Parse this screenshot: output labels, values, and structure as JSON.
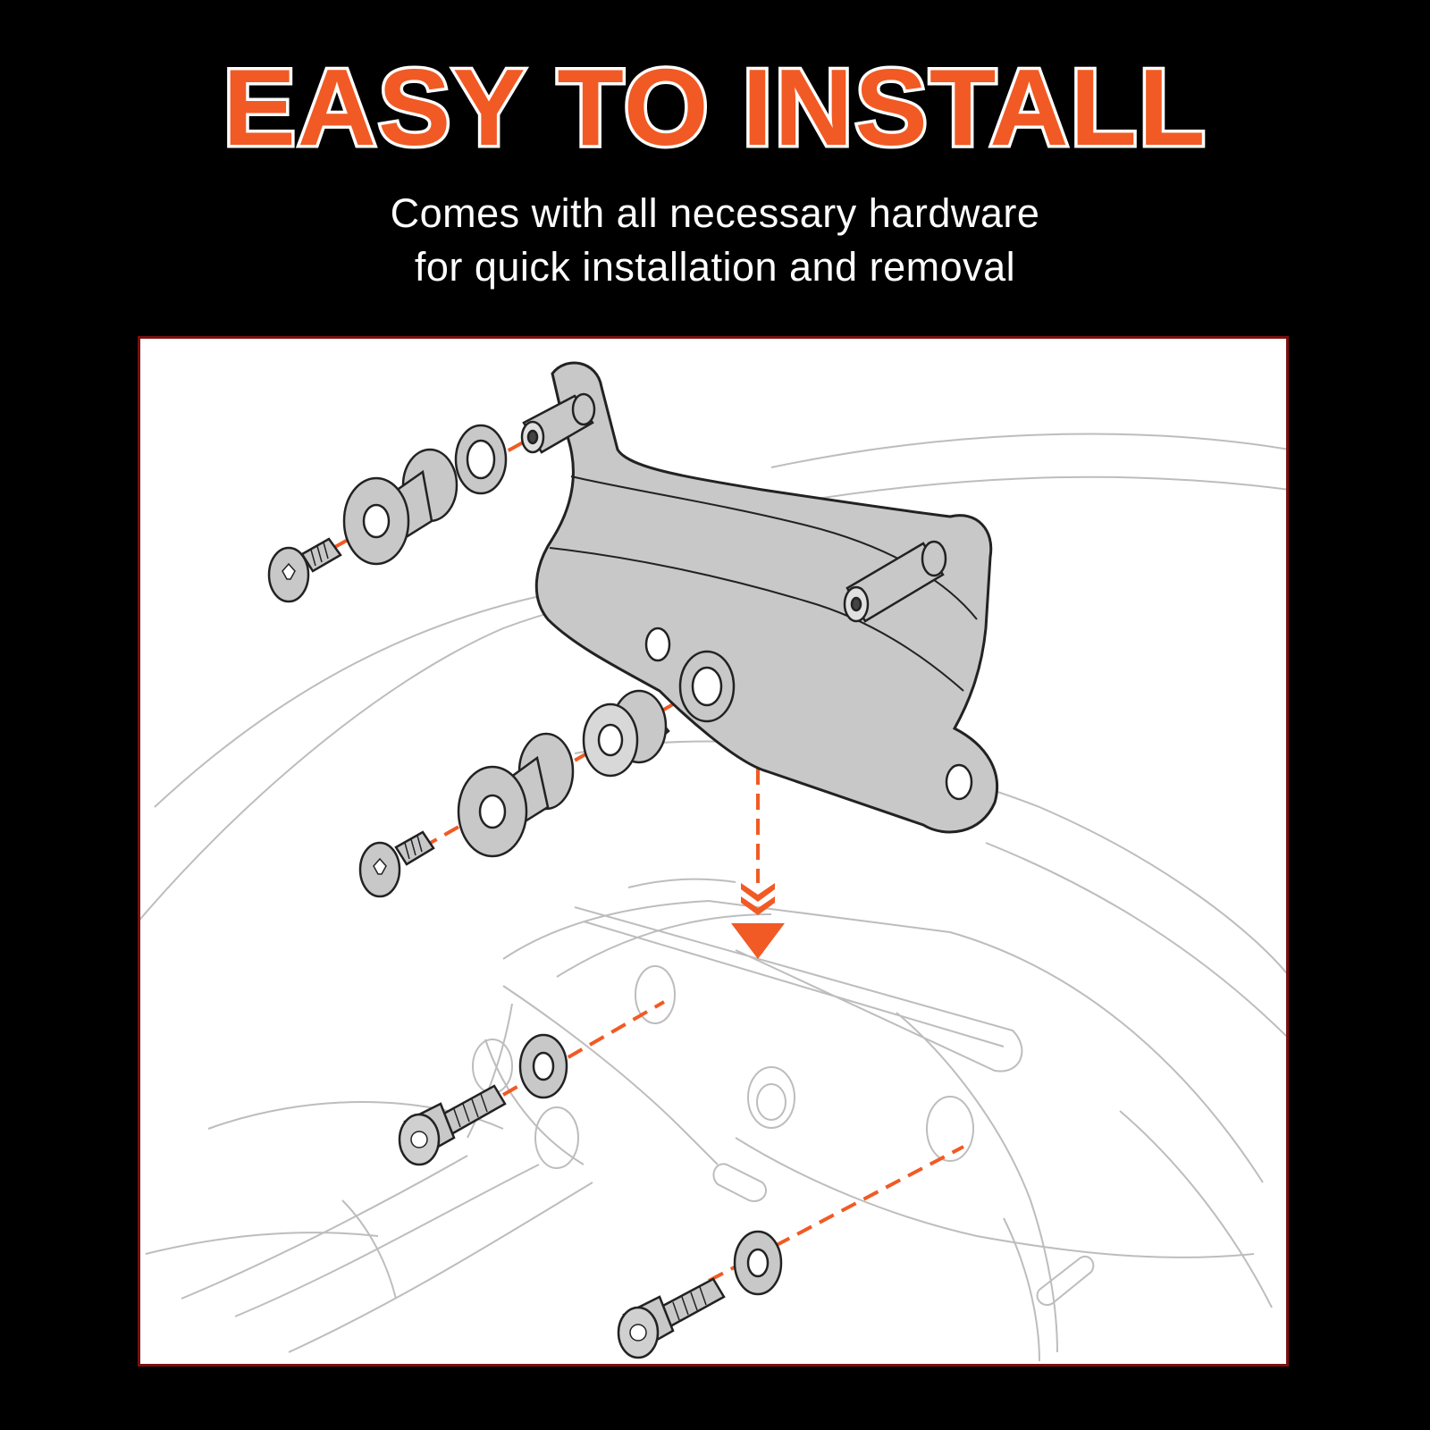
{
  "headline": "EASY TO INSTALL",
  "subtitle": {
    "line1": "Comes with all necessary hardware",
    "line2": "for quick installation and removal"
  },
  "colors": {
    "background": "#000000",
    "headline_fill": "#f15a24",
    "headline_outline": "#ffffff",
    "subtitle_text": "#ffffff",
    "panel_background": "#ffffff",
    "panel_border": "#7a1010",
    "guide_line": "#f15a24",
    "part_fill": "#c8c8c8",
    "part_stroke": "#222222",
    "background_lines": "#bdbdbd"
  },
  "illustration": {
    "parts": [
      "mounting-bracket",
      "torx-screw",
      "rubber-grommet",
      "washer",
      "spacer",
      "standoff-post",
      "socket-head-bolt",
      "motorcycle-frame"
    ],
    "arrow_direction": "down"
  }
}
